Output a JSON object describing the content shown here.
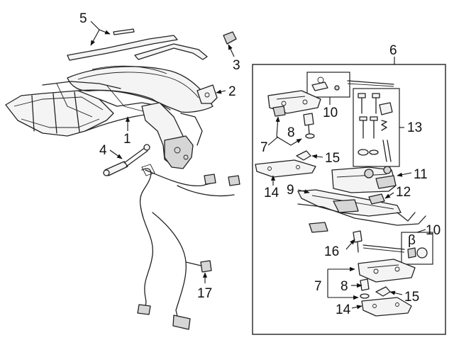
{
  "callouts": {
    "c1": "1",
    "c2": "2",
    "c3": "3",
    "c4": "4",
    "c5": "5",
    "c6": "6",
    "c7a": "7",
    "c7b": "7",
    "c8a": "8",
    "c8b": "8",
    "c9": "9",
    "c10a": "10",
    "c10b": "10",
    "c11": "11",
    "c12": "12",
    "c13": "13",
    "c14a": "14",
    "c14b": "14",
    "c15a": "15",
    "c15b": "15",
    "c16": "16",
    "c17": "17"
  },
  "inset_glyph": "β"
}
